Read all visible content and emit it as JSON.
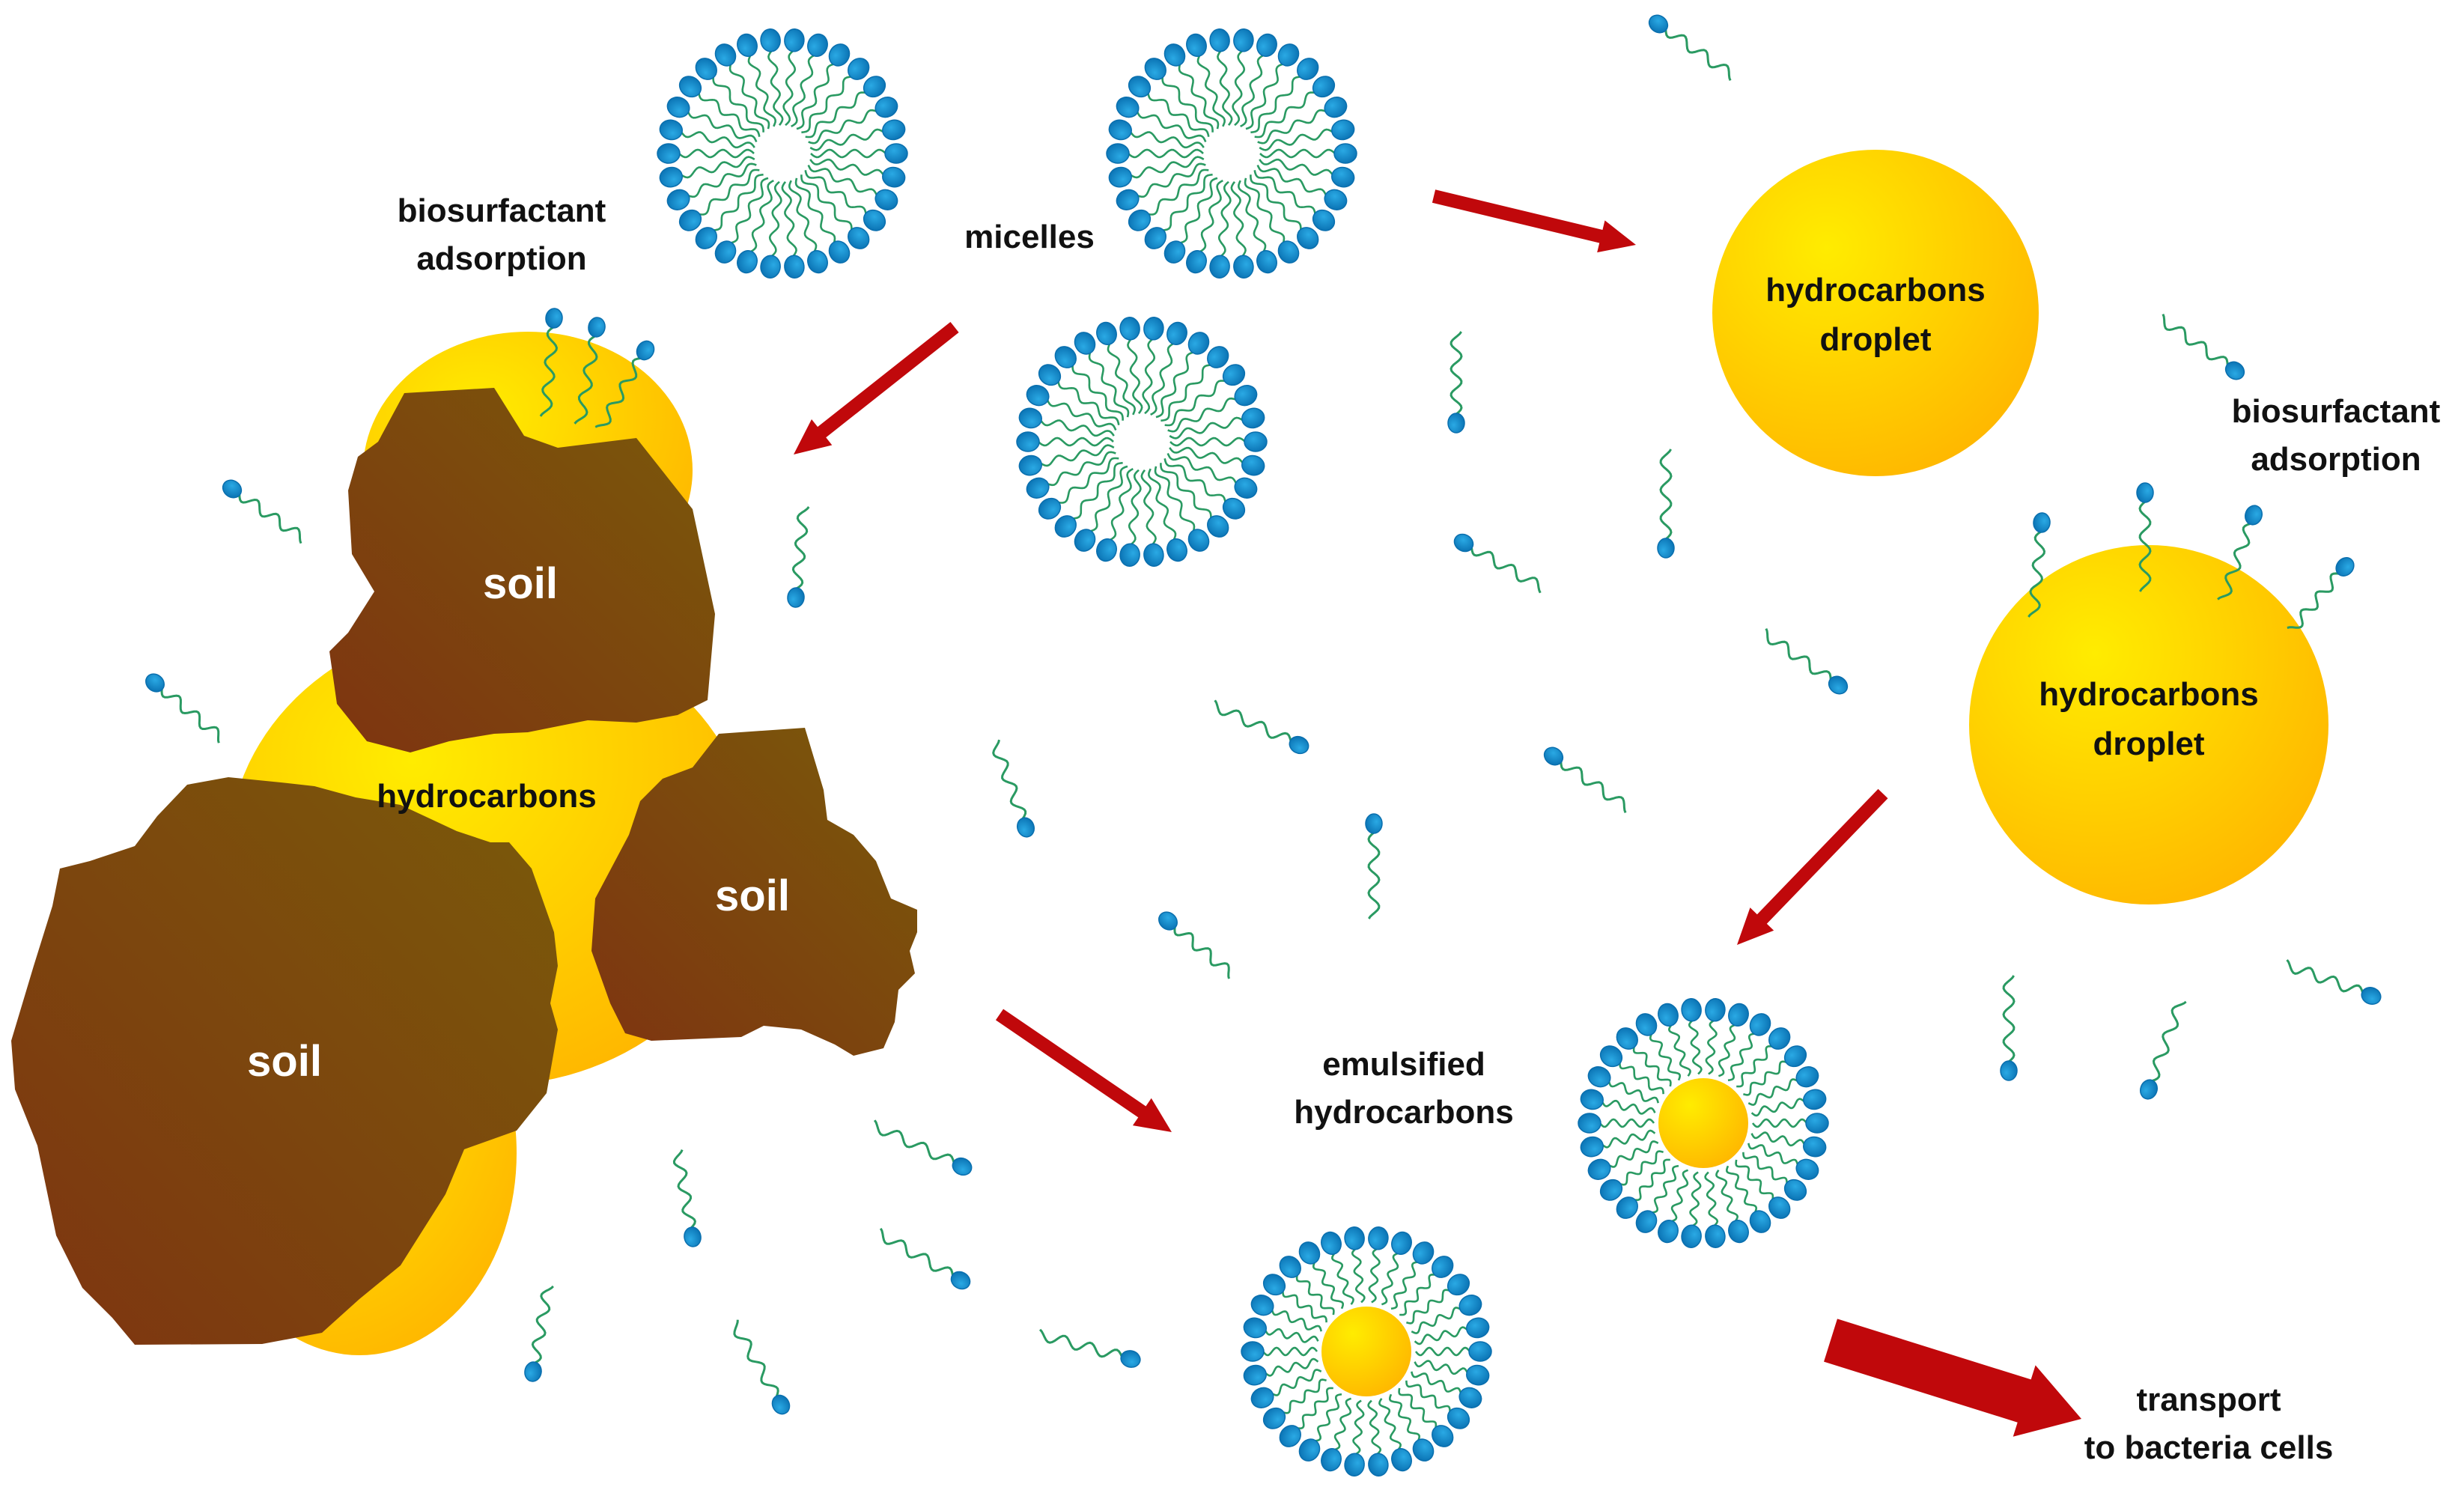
{
  "colors": {
    "head": "#1f9bd6",
    "head_dark": "#0a6fae",
    "tail": "#2a9a62",
    "arrow": "#c0080b",
    "hydrocarbon_light": "#ffea00",
    "hydrocarbon_dark": "#ffb300",
    "soil_light": "#7d5a09",
    "soil_dark": "#7e3410"
  },
  "labels": {
    "biosurfactant_adsorption_left": [
      "biosurfactant",
      "adsorption"
    ],
    "micelles": "micelles",
    "soil_top": "soil",
    "hydrocarbons": "hydrocarbons",
    "soil_right": "soil",
    "soil_bottom": "soil",
    "droplet_top": [
      "hydrocarbons",
      "droplet"
    ],
    "biosurfactant_adsorption_right": [
      "biosurfactant",
      "adsorption"
    ],
    "droplet_right": [
      "hydrocarbons",
      "droplet"
    ],
    "emulsified": [
      "emulsified",
      "hydrocarbons"
    ],
    "transport": [
      "transport",
      "to bacteria cells"
    ]
  }
}
